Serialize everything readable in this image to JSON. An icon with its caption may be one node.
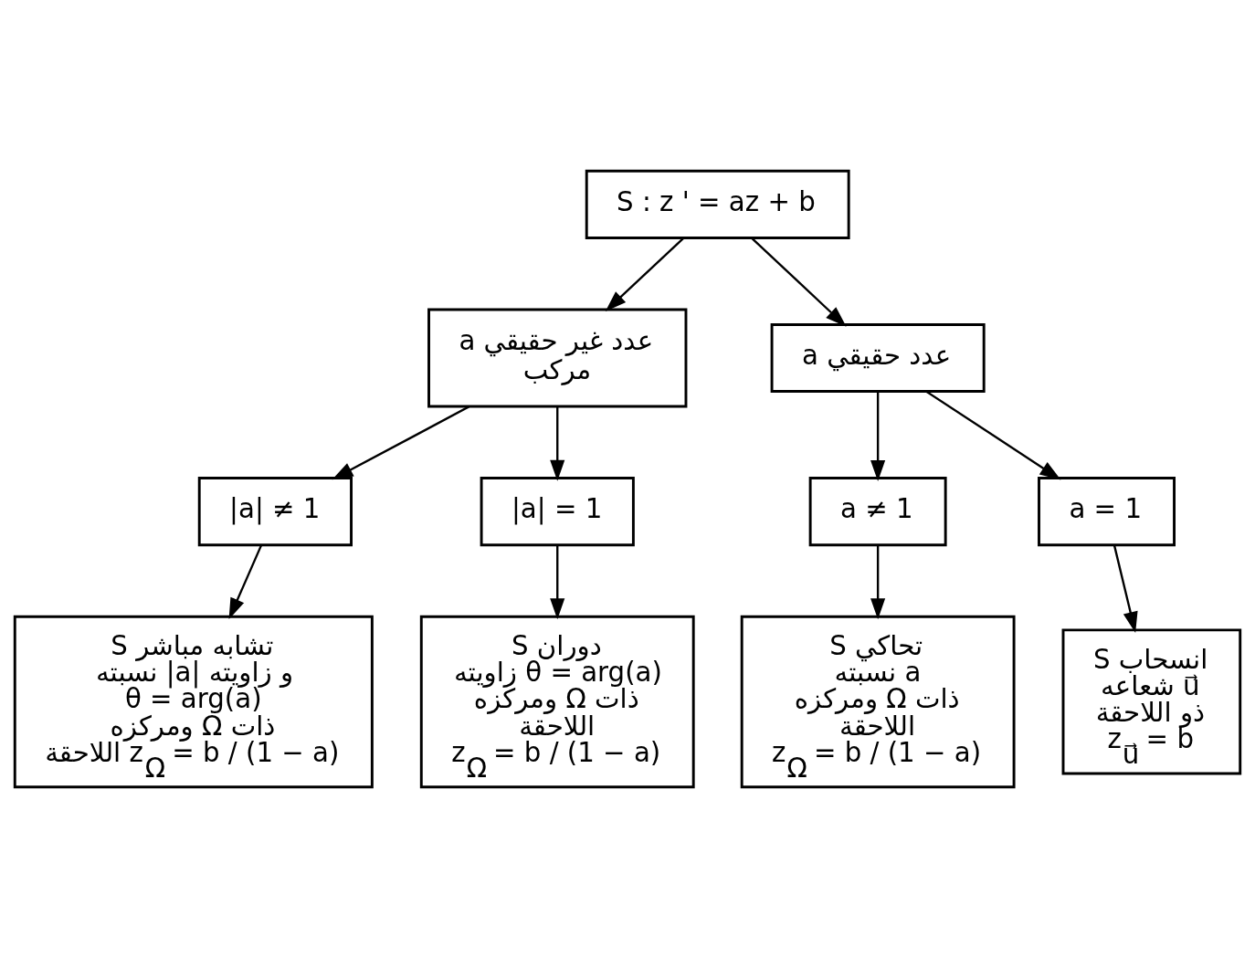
{
  "diagram": {
    "nodes": [
      {
        "text": [
          "S : z ' = az + b"
        ]
      },
      {
        "text": [
          "a عدد غير حقيقي",
          "مركب"
        ]
      },
      {
        "text": [
          "a عدد حقيقي"
        ]
      },
      {
        "text": [
          "|a| ≠ 1"
        ]
      },
      {
        "text": [
          "|a| = 1"
        ]
      },
      {
        "text": [
          "a ≠ 1"
        ]
      },
      {
        "text": [
          "a = 1"
        ]
      },
      {
        "text": [
          "S تشابه مباشر",
          "نسبته |a| و زاويته",
          "θ = arg(a)",
          "ومركزه Ω ذات",
          "اللاحقة z$_{Ω}$ = b / (1 − a)"
        ]
      },
      {
        "text": [
          "S دوران",
          "زاويته θ = arg(a)",
          "ومركزه Ω ذات",
          "اللاحقة",
          "z$_{Ω}$ = b / (1 − a)"
        ]
      },
      {
        "text": [
          "S تحاكي",
          "نسبته a",
          "ومركزه Ω ذات",
          "اللاحقة",
          "z$_{Ω}$ = b / (1 − a)"
        ]
      },
      {
        "text": [
          "S انسحاب",
          "شعاعه u⃗",
          "ذو اللاحقة",
          "z$_{u⃗}$ = b"
        ]
      }
    ],
    "edges": [
      {
        "from": 0,
        "to": 1,
        "arrow": "to"
      },
      {
        "from": 0,
        "to": 2,
        "arrow": "to"
      },
      {
        "from": 1,
        "to": 3,
        "arrow": "to"
      },
      {
        "from": 1,
        "to": 4,
        "arrow": "to"
      },
      {
        "from": 2,
        "to": 5,
        "arrow": "to"
      },
      {
        "from": 2,
        "to": 6,
        "arrow": "to"
      },
      {
        "from": 3,
        "to": 7,
        "arrow": "to"
      },
      {
        "from": 4,
        "to": 8,
        "arrow": "to"
      },
      {
        "from": 5,
        "to": 9,
        "arrow": "to"
      },
      {
        "from": 6,
        "to": 10,
        "arrow": "to"
      }
    ]
  }
}
